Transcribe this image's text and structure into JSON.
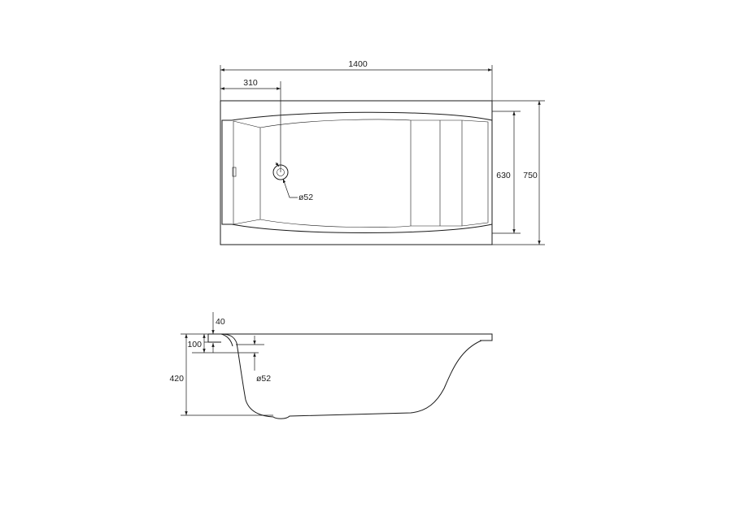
{
  "plan_view": {
    "overall_length": "1400",
    "drain_offset": "310",
    "inner_width": "630",
    "overall_width": "750",
    "drain_diameter": "ø52"
  },
  "side_view": {
    "rim_thickness": "40",
    "overflow_depth": "100",
    "overall_height": "420",
    "overflow_diameter": "ø52"
  }
}
